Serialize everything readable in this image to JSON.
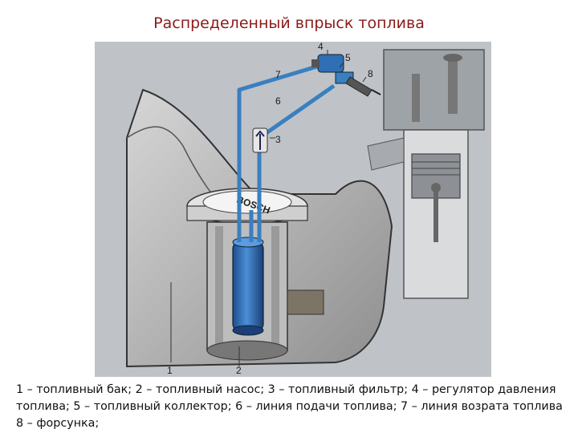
{
  "title": "Распределенный впрыск топлива",
  "labels": {
    "l1": "1",
    "l2": "2",
    "l3": "3",
    "l4": "4",
    "l5": "5",
    "l6": "6",
    "l7": "7",
    "l8": "8"
  },
  "pump_brand": "BOSCH",
  "caption": "1 – топливный бак; 2 – топливный насос; 3 – топливный фильтр; 4 – регулятор давления топлива; 5 – топливный коллектор; 6 – линия подачи топлива; 7 – линия возрата топлива 8 – форсунка;",
  "colors": {
    "title": "#8b1a1a",
    "background": "#bfc3c7",
    "fuel_line": "#3a7fc0",
    "pump": "#2a64b0"
  }
}
